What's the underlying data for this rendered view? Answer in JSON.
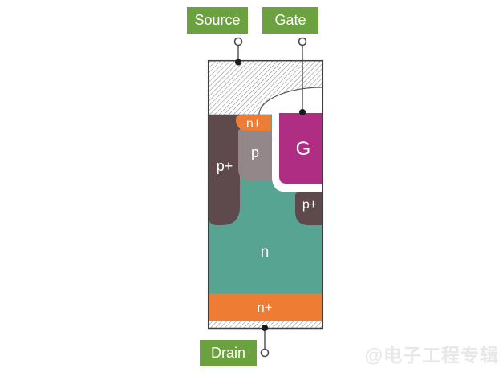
{
  "terminals": {
    "source": "Source",
    "gate": "Gate",
    "drain": "Drain"
  },
  "regions": {
    "source_n_plus": "n+",
    "body_p": "p",
    "left_p_plus": "p+",
    "gate_electrode": "G",
    "right_p_plus": "p+",
    "drift_n": "n",
    "substrate_n_plus": "n+"
  },
  "watermark": "@电子工程专辑",
  "colors": {
    "label_green": "#6ba13e",
    "n_plus_orange": "#ee7d33",
    "n_teal": "#58a493",
    "p_plus_brown": "#5e4a4c",
    "p_gray": "#948789",
    "gate_magenta": "#b02d84",
    "oxide_white": "#ffffff",
    "outline": "#3f3f3f",
    "wire": "#4a4a4a",
    "watermark_gray": "#e8e8e8"
  }
}
